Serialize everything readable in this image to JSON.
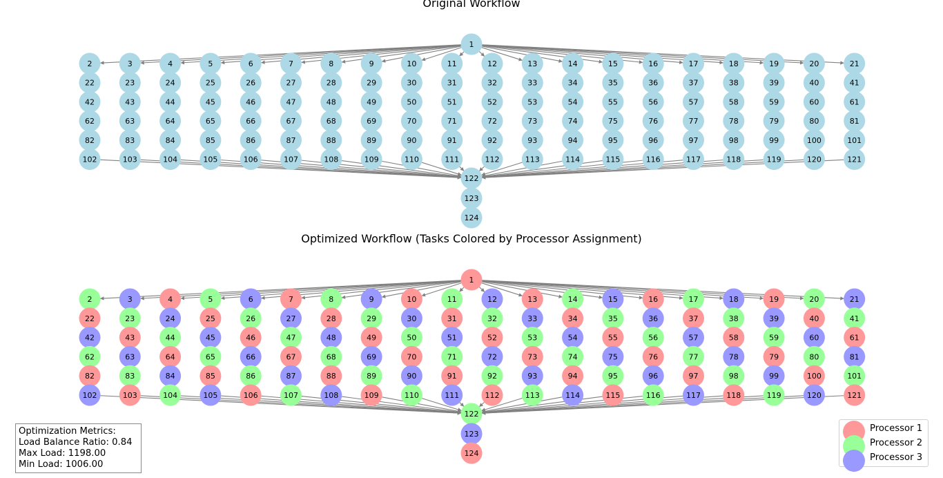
{
  "diagram": {
    "title_original": "Original Workflow",
    "title_optimized": "Optimized Workflow (Tasks Colored by Processor Assignment)",
    "node_default_color": "#add8e6",
    "edge_color": "#808080",
    "node_count": 124,
    "source_node": 1,
    "sink_node": 122,
    "extra_chain": [
      122,
      123,
      124
    ],
    "processor_colors": {
      "1": "#ff9999",
      "2": "#99ff99",
      "3": "#9999ff"
    },
    "assignment_by_node": {
      "1": 1,
      "2": 2,
      "3": 3,
      "4": 1,
      "5": 2,
      "6": 3,
      "7": 1,
      "8": 2,
      "9": 3,
      "10": 1,
      "11": 2,
      "12": 3,
      "13": 1,
      "14": 2,
      "15": 3,
      "16": 1,
      "17": 2,
      "18": 3,
      "19": 1,
      "20": 2,
      "21": 3,
      "22": 1,
      "23": 2,
      "24": 3,
      "25": 1,
      "26": 2,
      "27": 3,
      "28": 1,
      "29": 2,
      "30": 3,
      "31": 1,
      "32": 2,
      "33": 3,
      "34": 1,
      "35": 2,
      "36": 3,
      "37": 1,
      "38": 2,
      "39": 3,
      "40": 1,
      "41": 2,
      "42": 3,
      "43": 1,
      "44": 2,
      "45": 3,
      "46": 1,
      "47": 2,
      "48": 3,
      "49": 1,
      "50": 2,
      "51": 3,
      "52": 1,
      "53": 2,
      "54": 3,
      "55": 1,
      "56": 2,
      "57": 3,
      "58": 1,
      "59": 2,
      "60": 3,
      "61": 1,
      "62": 2,
      "63": 3,
      "64": 1,
      "65": 2,
      "66": 3,
      "67": 1,
      "68": 2,
      "69": 3,
      "70": 1,
      "71": 2,
      "72": 3,
      "73": 1,
      "74": 2,
      "75": 3,
      "76": 1,
      "77": 2,
      "78": 3,
      "79": 1,
      "80": 2,
      "81": 3,
      "82": 1,
      "83": 2,
      "84": 3,
      "85": 1,
      "86": 2,
      "87": 3,
      "88": 1,
      "89": 2,
      "90": 3,
      "91": 1,
      "92": 2,
      "93": 3,
      "94": 1,
      "95": 2,
      "96": 3,
      "97": 1,
      "98": 2,
      "99": 3,
      "100": 1,
      "101": 2,
      "102": 3,
      "103": 1,
      "104": 2,
      "105": 3,
      "106": 1,
      "107": 2,
      "108": 3,
      "109": 1,
      "110": 2,
      "111": 3,
      "112": 1,
      "113": 2,
      "114": 3,
      "115": 1,
      "116": 2,
      "117": 3,
      "118": 1,
      "119": 2,
      "120": 3,
      "121": 1,
      "122": 2,
      "123": 3,
      "124": 1
    }
  },
  "metrics": {
    "heading": "Optimization Metrics:",
    "load_balance_ratio": "Load Balance Ratio: 0.84",
    "max_load": "Max Load: 1198.00",
    "min_load": "Min Load: 1006.00"
  },
  "legend": {
    "items": [
      {
        "label": "Processor 1",
        "color": "#ff9999"
      },
      {
        "label": "Processor 2",
        "color": "#99ff99"
      },
      {
        "label": "Processor 3",
        "color": "#9999ff"
      }
    ]
  }
}
